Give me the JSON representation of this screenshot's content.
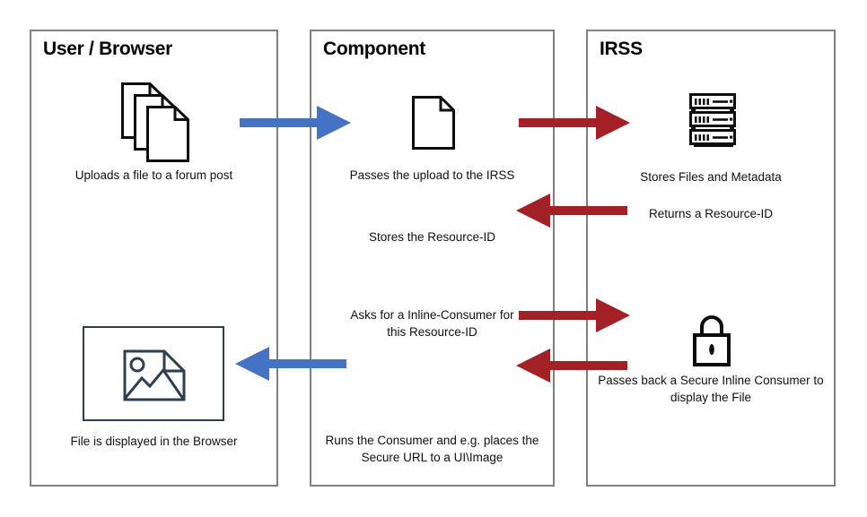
{
  "colors": {
    "arrow_blue": "#4472C4",
    "arrow_red": "#A22026",
    "box_border": "#7F7F7F",
    "icon_black": "#0D0D0D",
    "icon_dark": "#2E3F50",
    "text": "#111111"
  },
  "columns": {
    "user_browser": {
      "title": "User / Browser",
      "upload_label": "Uploads a file to a forum post",
      "displayed_label": "File is displayed in the Browser"
    },
    "component": {
      "title": "Component",
      "pass_upload_label": "Passes the upload to the IRSS",
      "store_id_label": "Stores the Resource-ID",
      "ask_consumer_label": "Asks for a Inline-Consumer for this Resource-ID",
      "run_consumer_label": "Runs the Consumer and e.g. places the Secure URL to a UI\\Image"
    },
    "irss": {
      "title": "IRSS",
      "store_files_label": "Stores Files and Metadata",
      "return_id_label": "Returns a Resource-ID",
      "pass_consumer_label": "Passes back a Secure Inline Consumer to display the File"
    }
  },
  "icons": {
    "files_stack": "files-stack-icon",
    "document": "document-icon",
    "server": "server-icon",
    "lock": "lock-icon",
    "image_placeholder": "image-placeholder-icon"
  },
  "arrows": [
    {
      "name": "arrow-upload-to-component",
      "color": "blue",
      "direction": "right"
    },
    {
      "name": "arrow-pass-upload-to-irss",
      "color": "red",
      "direction": "right"
    },
    {
      "name": "arrow-return-resource-id",
      "color": "red",
      "direction": "left"
    },
    {
      "name": "arrow-ask-inline-consumer",
      "color": "red",
      "direction": "right"
    },
    {
      "name": "arrow-pass-secure-consumer",
      "color": "red",
      "direction": "left"
    },
    {
      "name": "arrow-display-file",
      "color": "blue",
      "direction": "left"
    }
  ]
}
